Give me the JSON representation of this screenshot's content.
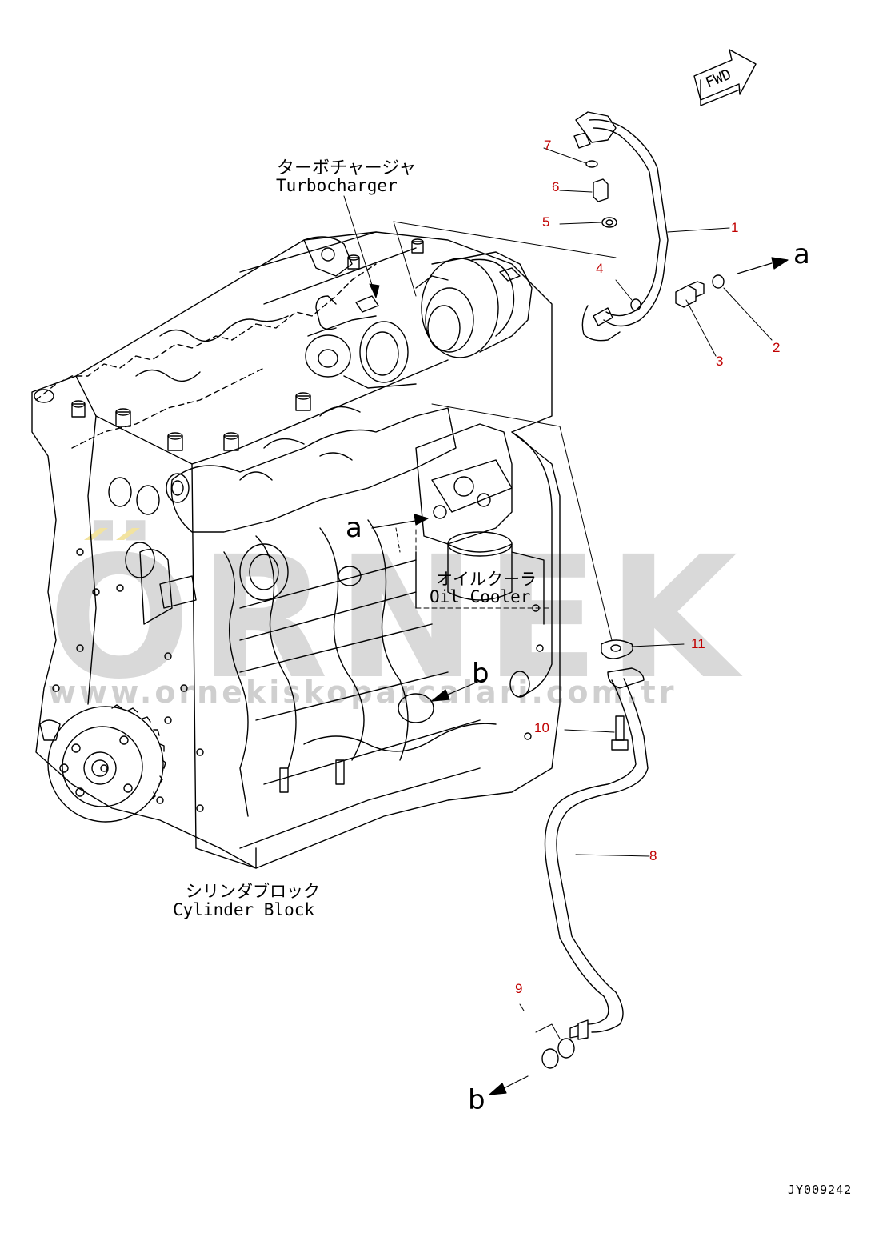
{
  "labels": {
    "turbo_jp": "ターボチャージャ",
    "turbo_en": "Turbocharger",
    "oilcooler_jp": "オイルクーラ",
    "oilcooler_en": "Oil Cooler",
    "block_jp": "シリンダブロック",
    "block_en": "Cylinder Block",
    "fwd": "FWD",
    "drawing_id": "JY009242"
  },
  "refs": {
    "a": "a",
    "b": "b"
  },
  "parts": [
    "1",
    "2",
    "3",
    "4",
    "5",
    "6",
    "7",
    "8",
    "9",
    "10",
    "11"
  ],
  "watermark": {
    "logo": "ÖRNEK",
    "url": "www.ornekiskoparcalari.com.tr"
  },
  "colors": {
    "line": "#000000",
    "part_number": "#c00000",
    "watermark": "#d9d9d9",
    "watermark_accent": "#f2e3a0"
  }
}
